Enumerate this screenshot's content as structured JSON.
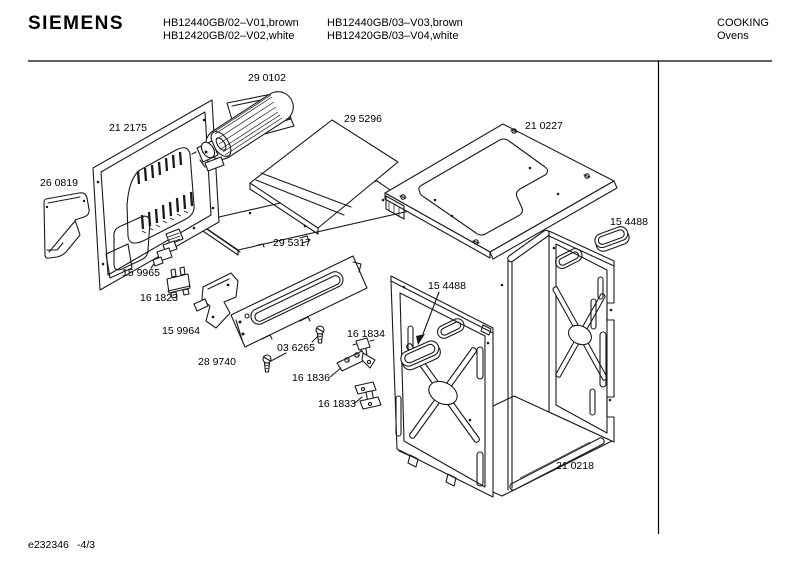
{
  "header": {
    "brand": "SIEMENS",
    "models_col1": [
      "HB12440GB/02–V01,brown",
      "HB12420GB/02–V02,white"
    ],
    "models_col2": [
      "HB12440GB/03–V03,brown",
      "HB12420GB/03–V04,white"
    ],
    "category_line1": "COOKING",
    "category_line2": "Ovens"
  },
  "diagram": {
    "labels": {
      "fan": "29 0102",
      "back_panel": "21 2175",
      "cover_plate": "29 5296",
      "top_panel": "21 0227",
      "side_bracket": "26 0819",
      "handle_right": "15 4488",
      "base_plate": "29 5317",
      "clip_159965": "15 9965",
      "switch_161823": "16 1823",
      "handle_mid": "15 4488",
      "bracket_159964": "15 9964",
      "screws_036265": "03 6265",
      "clip_161834": "16 1834",
      "control_panel": "28 9740",
      "bracket_161836": "16 1836",
      "bracket_161833": "16 1833",
      "cavity": "21 0218"
    }
  },
  "footer": {
    "doc_ref": "e232346",
    "page": "-4/3"
  }
}
